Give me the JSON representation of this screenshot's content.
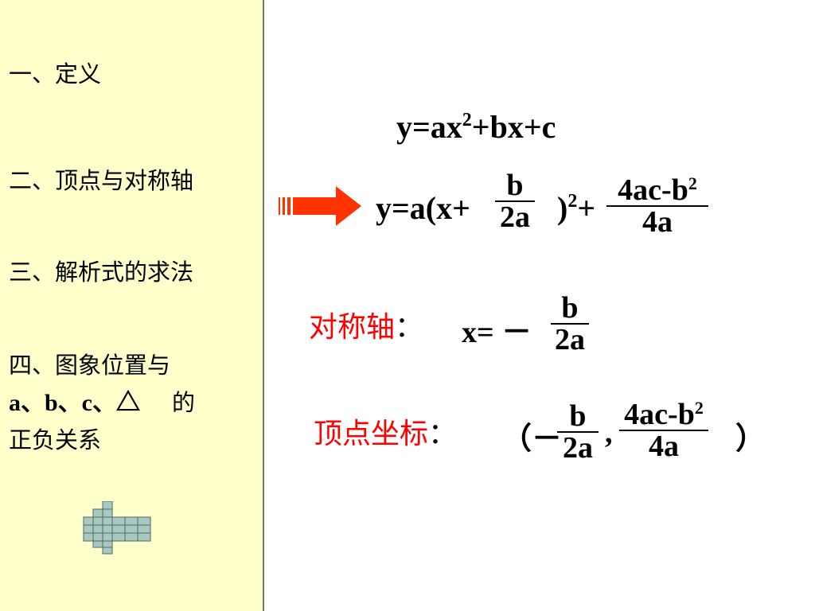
{
  "sidebar": {
    "item1": "一、定义",
    "item2": "二、顶点与对称轴",
    "item3": "三、解析式的求法",
    "item4_line1": "四、图象位置与",
    "item4_line2_a": "a、b、c、△",
    "item4_line2_b": "的",
    "item4_line3": "正负关系"
  },
  "formula_general": {
    "base": "y=ax",
    "exp": "2",
    "rest": "+bx+c"
  },
  "formula_vertex": {
    "prefix": "y=a(x+",
    "frac1_num": "b",
    "frac1_den": "2a",
    "close": ")",
    "exp": "2",
    "plus": "+",
    "frac2_num": "4ac-b",
    "frac2_num_exp": "2",
    "frac2_den": "4a"
  },
  "axis": {
    "label": "对称轴",
    "colon": "：",
    "eq": "x=",
    "minus": "－",
    "num": "b",
    "den": "2a"
  },
  "vertex": {
    "label": "顶点坐标",
    "colon": "：",
    "open": "（－",
    "num1": "b",
    "den1": "2a",
    "comma": ",",
    "num2": "4ac-b",
    "num2_exp": "2",
    "den2": "4a",
    "close": "）"
  },
  "colors": {
    "sidebar_bg": "#ffffcc",
    "accent_red": "#ff0000",
    "arrow": "#ff3300"
  },
  "icons": {
    "transform_arrow": "right-arrow-icon",
    "back": "back-arrow-icon"
  }
}
